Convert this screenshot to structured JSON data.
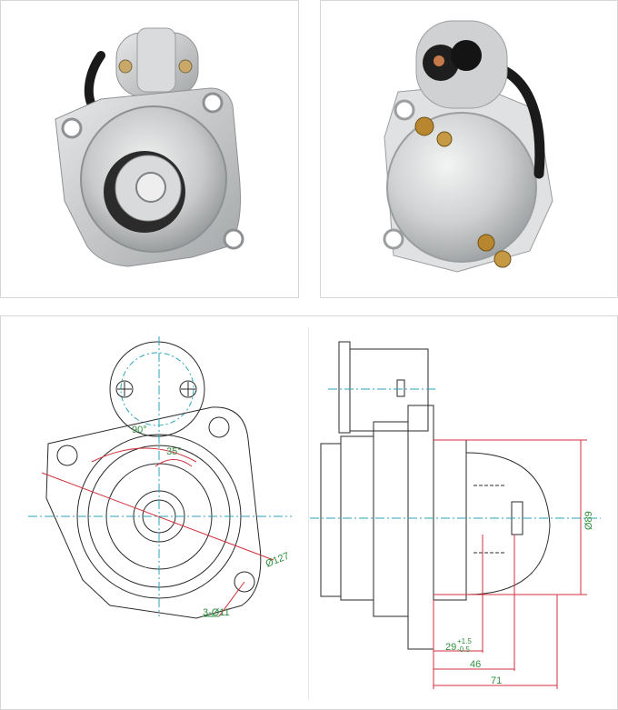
{
  "colors": {
    "linework": "#2a2a2a",
    "centerline": "#2aa3b8",
    "dimension_red": "#d0303c",
    "dimension_green": "#2f8f3c",
    "housing_silver": "#c9cbcc",
    "housing_shadow": "#9ea1a3",
    "cable_black": "#1a1a1a",
    "brass_terminal": "#b8862e"
  },
  "photos": {
    "front_view": "starter-motor-front-photo",
    "rear_view": "starter-motor-rear-photo"
  },
  "drawing": {
    "dimensions": {
      "angle_large": "90°",
      "angle_small": "35°",
      "flange_diameter": "Ø127",
      "mount_holes": "3-Ø11",
      "body_diameter": "Ø89",
      "pinion_offset_main": "29",
      "pinion_offset_upper_tol": "+1.5",
      "pinion_offset_lower_tol": "-0.5",
      "length_46": "46",
      "length_71": "71"
    }
  }
}
